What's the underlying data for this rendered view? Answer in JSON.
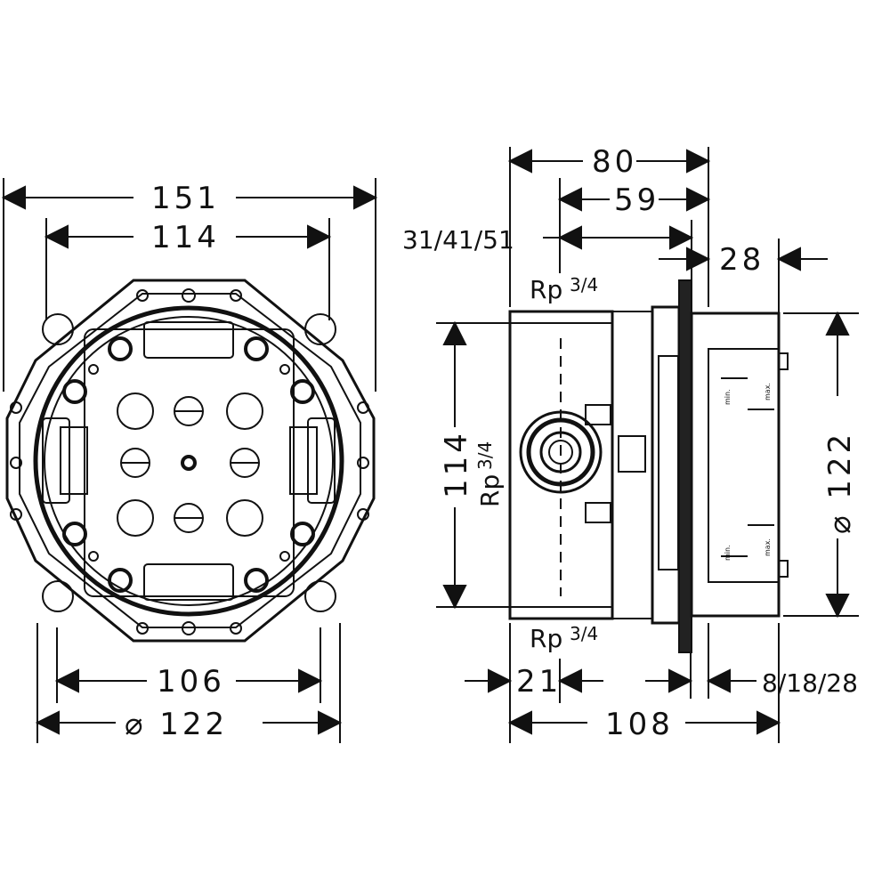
{
  "front_view": {
    "dim_overall_width": "151",
    "dim_inner_width": "114",
    "dim_bottom_width": "106",
    "dim_diameter": "⌀ 122"
  },
  "side_view": {
    "dim_top_80": "80",
    "dim_59": "59",
    "dim_adjust": "31/41/51",
    "dim_28": "28",
    "thread_top": "Rp",
    "thread_top_size": "3/4",
    "thread_mid": "Rp",
    "thread_mid_size": "3/4",
    "thread_bottom": "Rp",
    "thread_bottom_size": "3/4",
    "dim_height_114": "114",
    "dim_diameter_122": "⌀ 122",
    "dim_21": "21",
    "dim_plaster": "8/18/28",
    "dim_108": "108",
    "label_min": "min.",
    "label_max": "max."
  }
}
